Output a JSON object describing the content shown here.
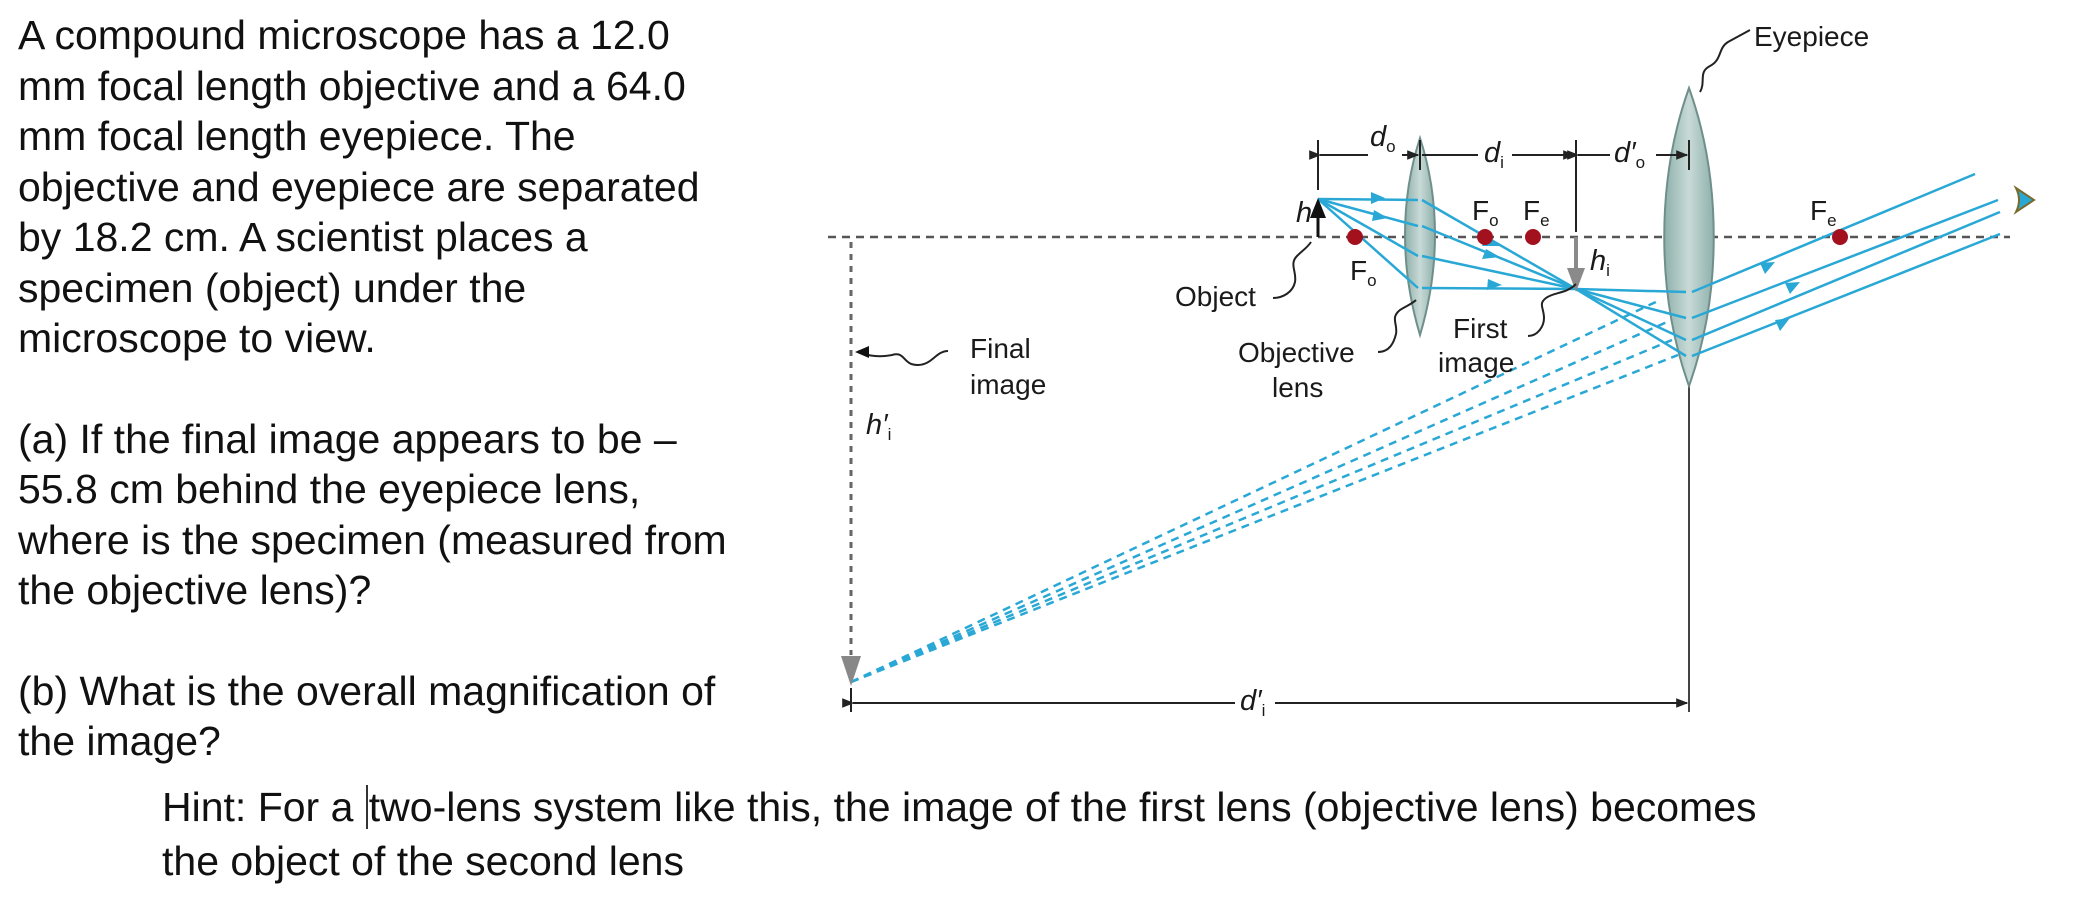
{
  "problem": {
    "intro": "A compound microscope has a 12.0 mm focal length objective and a 64.0 mm focal length eyepiece. The objective and eyepiece are separated by 18.2 cm. A scientist places a specimen (object) under the microscope to view.",
    "intro_lines": [
      "A compound microscope has a 12.0",
      "mm focal length objective and a 64.0",
      "mm focal length eyepiece. The",
      "objective and eyepiece are separated",
      "by 18.2 cm. A scientist places a",
      "specimen (object) under the",
      "microscope to view."
    ],
    "part_a_lines": [
      "(a) If the final image appears to be –",
      "55.8 cm behind the eyepiece lens,",
      "where is the specimen (measured from",
      "the objective lens)?"
    ],
    "part_b_lines": [
      "(b) What is the overall magnification of",
      "the image?"
    ],
    "hint_line1_before_caret": "Hint: For a ",
    "hint_line1_after_caret": "two-lens system like this, the image of the first lens (objective lens) becomes",
    "hint_line2": "the object of the second lens"
  },
  "diagram": {
    "labels": {
      "eyepiece": "Eyepiece",
      "object": "Object",
      "objective_lens_line1": "Objective",
      "objective_lens_line2": "lens",
      "first_image_line1": "First",
      "first_image_line2": "image",
      "final_image_line1": "Final",
      "final_image_line2": "image"
    },
    "symbols": {
      "h": "h",
      "h_i": "h",
      "h_i_sub": "i",
      "h_i_prime": "h′",
      "h_i_prime_sub": "i",
      "d_o": "d",
      "d_o_sub": "o",
      "d_i": "d",
      "d_i_sub": "i",
      "d_o_prime": "d′",
      "d_o_prime_sub": "o",
      "d_i_prime": "d′",
      "d_i_prime_sub": "i",
      "F_o": "F",
      "F_o_sub": "o",
      "F_e": "F",
      "F_e_sub": "e"
    },
    "colors": {
      "ray": "#29a8d6",
      "focal_point": "#a3111f",
      "lens_fill": "#a9c2be",
      "lens_stroke": "#6f8f8b",
      "axis": "#555555",
      "image_arrow": "#8a8a8a"
    }
  }
}
